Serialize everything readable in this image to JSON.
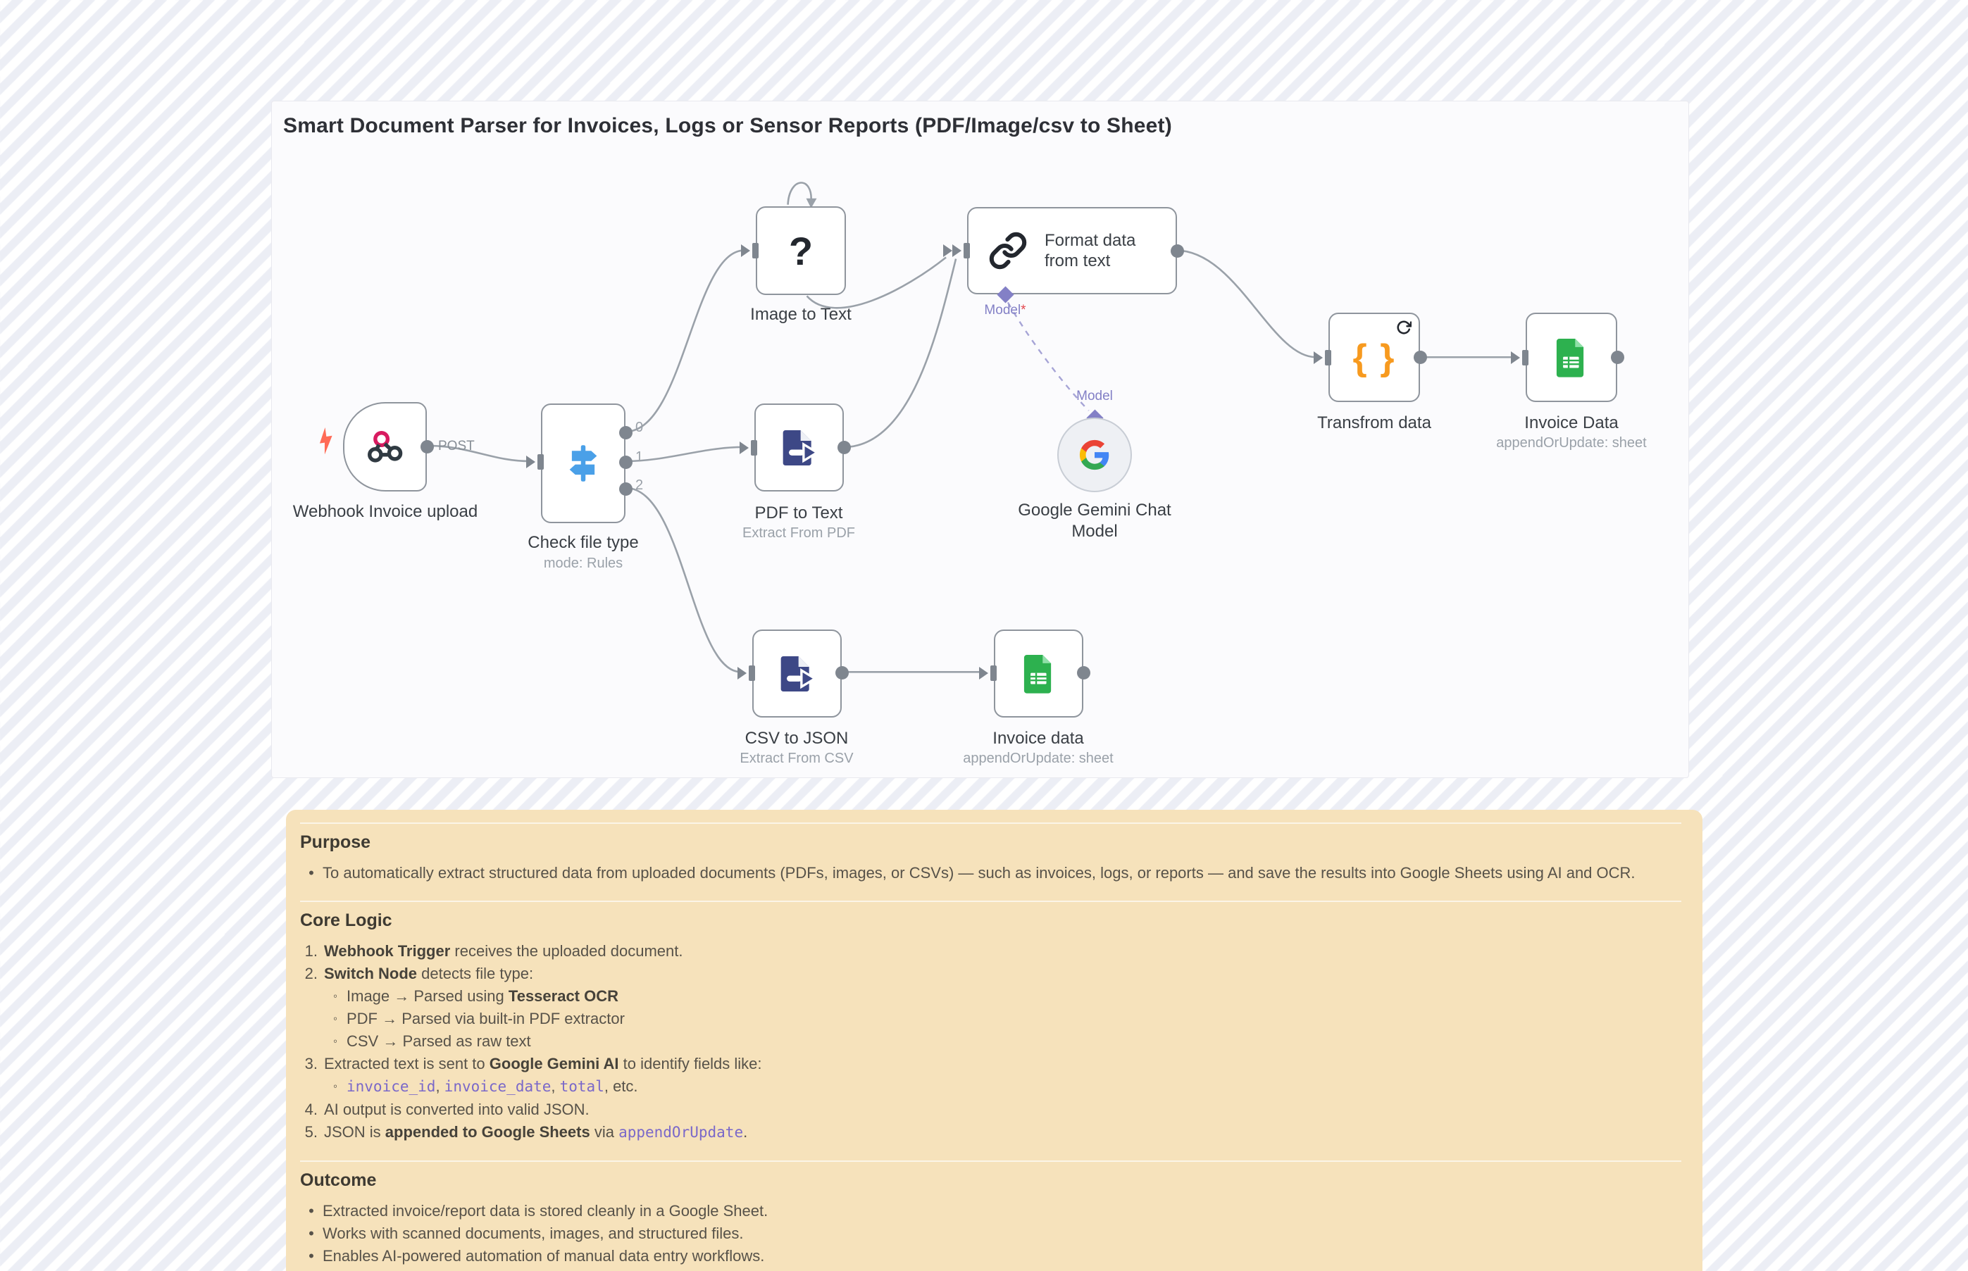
{
  "canvas": {
    "title": "Smart Document Parser for Invoices, Logs or Sensor Reports (PDF/Image/csv to Sheet)",
    "nodes": {
      "webhook": {
        "label": "Webhook Invoice upload",
        "output_label": "POST"
      },
      "switch": {
        "label": "Check file type",
        "sublabel": "mode: Rules",
        "outputs": {
          "o0": "0",
          "o1": "1",
          "o2": "2"
        }
      },
      "image_to_text": {
        "label": "Image to Text",
        "icon_glyph": "?"
      },
      "pdf_to_text": {
        "label": "PDF to Text",
        "sublabel": "Extract From PDF"
      },
      "format_data": {
        "label_line1": "Format data",
        "label_line2": "from text",
        "model_port_label": "Model",
        "model_required_mark": "*"
      },
      "gemini": {
        "label_line1": "Google Gemini Chat",
        "label_line2": "Model",
        "port_label": "Model"
      },
      "transform": {
        "label": "Transfrom data",
        "icon_glyph": "{ }"
      },
      "invoice_data_top": {
        "label": "Invoice Data",
        "sublabel": "appendOrUpdate: sheet"
      },
      "csv_to_json": {
        "label": "CSV to JSON",
        "sublabel": "Extract From CSV"
      },
      "invoice_data_bottom": {
        "label": "Invoice data",
        "sublabel": "appendOrUpdate: sheet"
      }
    }
  },
  "note": {
    "bullet_marker": "•",
    "sub_marker": "◦",
    "purpose_heading": "Purpose",
    "purpose_bullet": "To automatically extract structured data from uploaded documents (PDFs, images, or CSVs) — such as invoices, logs, or reports — and save the results into Google Sheets using AI and OCR.",
    "core_heading": "Core Logic",
    "item1_num": "1.",
    "item1_bold": "Webhook Trigger",
    "item1_rest": " receives the uploaded document.",
    "item2_num": "2.",
    "item2_bold": "Switch Node",
    "item2_rest": " detects file type:",
    "sub1_pre": "Image → Parsed using ",
    "sub1_bold": "Tesseract OCR",
    "sub2": "PDF → Parsed via built-in PDF extractor",
    "sub3": "CSV → Parsed as raw text",
    "item3_num": "3.",
    "item3_pre": "Extracted text is sent to ",
    "item3_bold": "Google Gemini AI",
    "item3_rest": " to identify fields like:",
    "code1": "invoice_id",
    "code_sep1": ", ",
    "code2": "invoice_date",
    "code_sep2": ", ",
    "code3": "total",
    "code_rest": ", etc.",
    "item4_num": "4.",
    "item4_text": "AI output is converted into valid JSON.",
    "item5_num": "5.",
    "item5_pre": "JSON is ",
    "item5_bold": "appended to Google Sheets",
    "item5_mid": " via ",
    "item5_code": "appendOrUpdate",
    "item5_rest": ".",
    "outcome_heading": "Outcome",
    "outcome1": "Extracted invoice/report data is stored cleanly in a Google Sheet.",
    "outcome2": "Works with scanned documents, images, and structured files.",
    "outcome3": "Enables AI-powered automation of manual data entry workflows."
  },
  "colors": {
    "sticky_bg": "#f6e2bb",
    "wire": "#9aa1a9",
    "model_purple": "#8380c6",
    "code_purple": "#7a68c9",
    "switch_blue": "#4aa0e8",
    "doc_navy": "#3d4886",
    "sheets_green": "#2db14f",
    "braces_orange": "#f79a1f",
    "bolt_orange": "#ff6b57"
  }
}
